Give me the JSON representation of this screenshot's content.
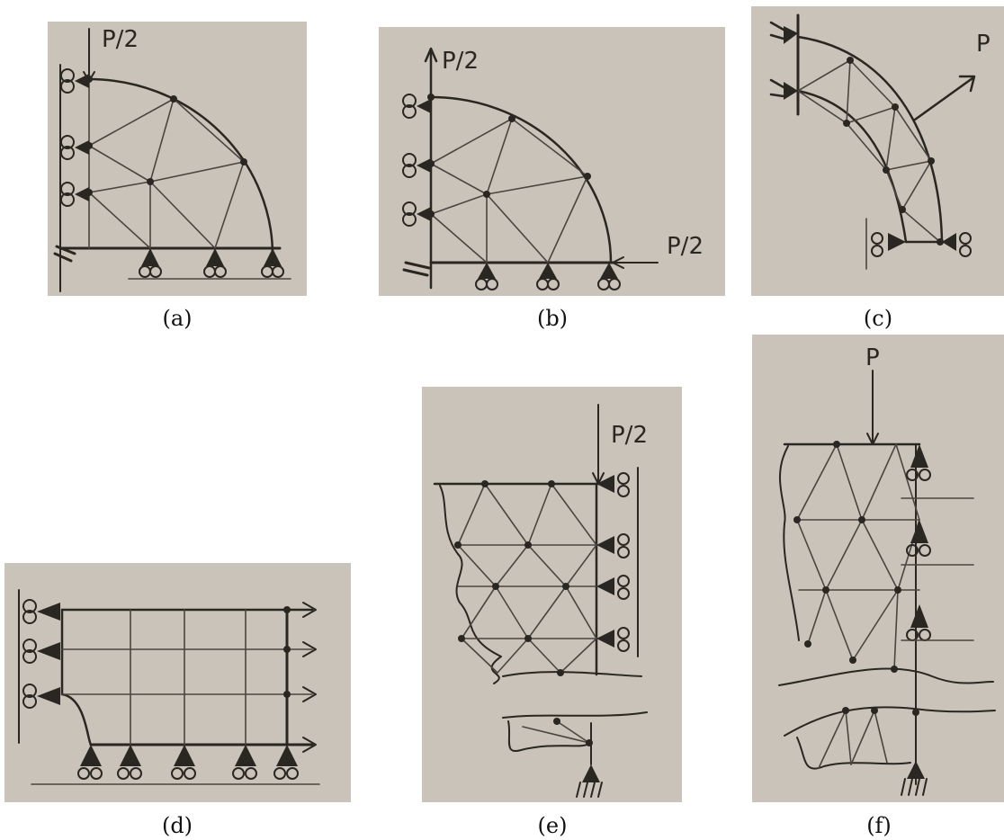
{
  "figure": {
    "panels": [
      {
        "id": "a",
        "caption": "(a)",
        "loads": [
          "P/2"
        ]
      },
      {
        "id": "b",
        "caption": "(b)",
        "loads": [
          "P/2",
          "P/2"
        ]
      },
      {
        "id": "c",
        "caption": "(c)",
        "loads": [
          "P"
        ]
      },
      {
        "id": "d",
        "caption": "(d)",
        "loads": []
      },
      {
        "id": "e",
        "caption": "(e)",
        "loads": [
          "P/2"
        ]
      },
      {
        "id": "f",
        "caption": "(f)",
        "loads": [
          "P"
        ]
      }
    ]
  },
  "colors": {
    "paper": "#c9c3b9",
    "ink": "#2a2622",
    "background": "#ffffff"
  }
}
